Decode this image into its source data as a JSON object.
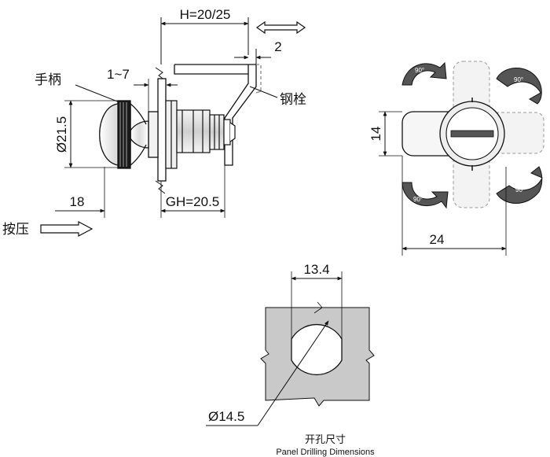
{
  "side_view": {
    "h_label": "H=20/25",
    "thickness_label": "2",
    "bolt_label": "钢栓",
    "handle_label": "手柄",
    "range_label": "1~7",
    "diameter_label": "Ø21.5",
    "length_label": "18",
    "gh_label": "GH=20.5",
    "press_label": "按压"
  },
  "front_view": {
    "height_label": "14",
    "width_label": "24",
    "rotation_labels": [
      "90°",
      "90°",
      "90°",
      "90°"
    ]
  },
  "cutout": {
    "width_label": "13.4",
    "diameter_label": "Ø14.5",
    "title_cn": "开孔尺寸",
    "title_en": "Panel Drilling Dimensions"
  }
}
